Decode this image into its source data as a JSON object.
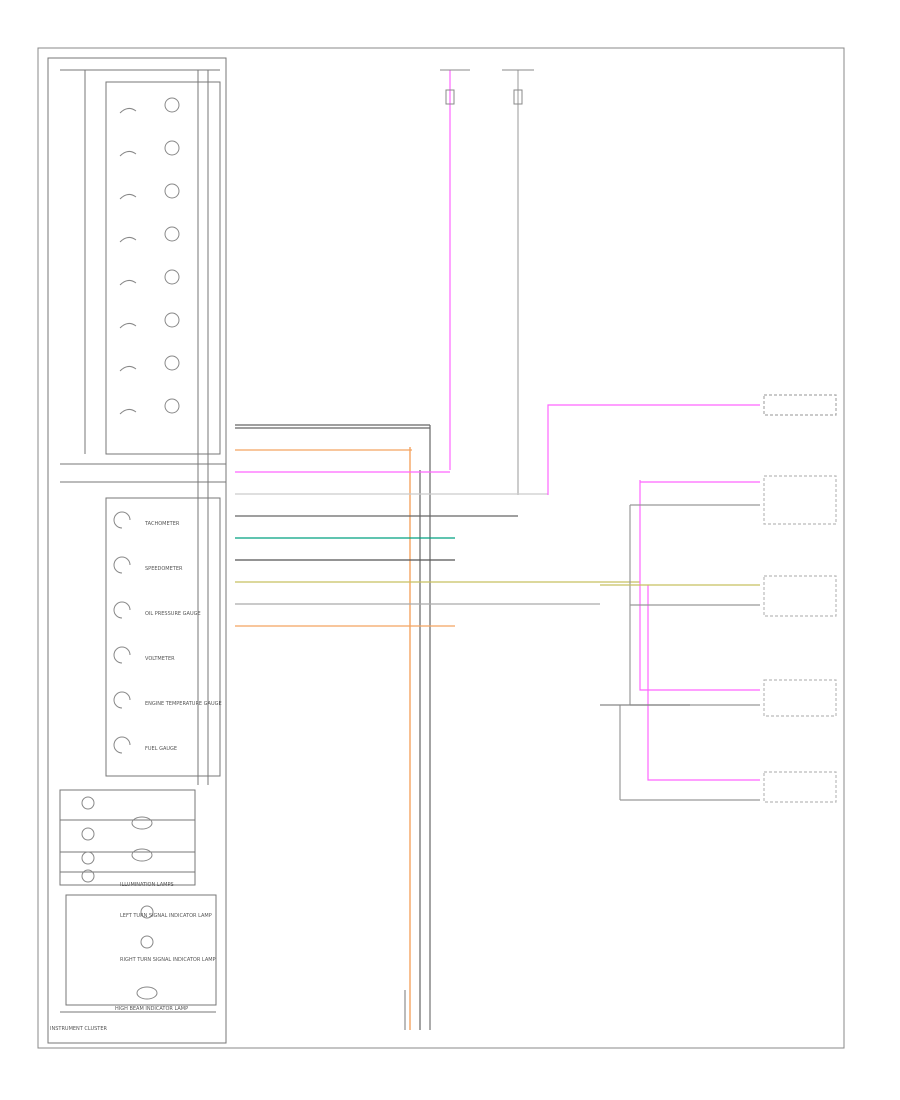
{
  "cluster": {
    "indicators": [
      "",
      "",
      "",
      "",
      "",
      "",
      "",
      ""
    ],
    "gauges": [
      "TACHOMETER",
      "SPEEDOMETER",
      "OIL PRESSURE GAUGE",
      "VOLTMETER",
      "ENGINE TEMPERATURE GAUGE",
      "FUEL GAUGE"
    ],
    "lower_lamps": [
      "ILLUMINATION LAMPS",
      "LEFT TURN SIGNAL INDICATOR LAMP",
      "RIGHT TURN SIGNAL INDICATOR LAMP",
      "HIGH BEAM INDICATOR LAMP"
    ],
    "footer": "INSTRUMENT CLUSTER"
  },
  "top_fuses": [
    {
      "name": "",
      "color": "#ff66ff"
    },
    {
      "name": "",
      "color": "#888888"
    }
  ],
  "wires": [
    {
      "code": "",
      "color": "#666666"
    },
    {
      "code": "",
      "color": "#f4a460"
    },
    {
      "code": "",
      "color": "#ff66ff"
    },
    {
      "code": "",
      "color": "#cccccc"
    },
    {
      "code": "",
      "color": "#666666"
    },
    {
      "code": "",
      "color": "#00a080"
    },
    {
      "code": "",
      "color": "#555555"
    },
    {
      "code": "",
      "color": "#c8c060"
    },
    {
      "code": "",
      "color": "#aaaaaa"
    },
    {
      "code": "",
      "color": "#f4a460"
    }
  ],
  "modules": [
    "",
    "",
    "",
    "",
    "",
    "",
    ""
  ],
  "bottom_ground": "",
  "page_code": ""
}
